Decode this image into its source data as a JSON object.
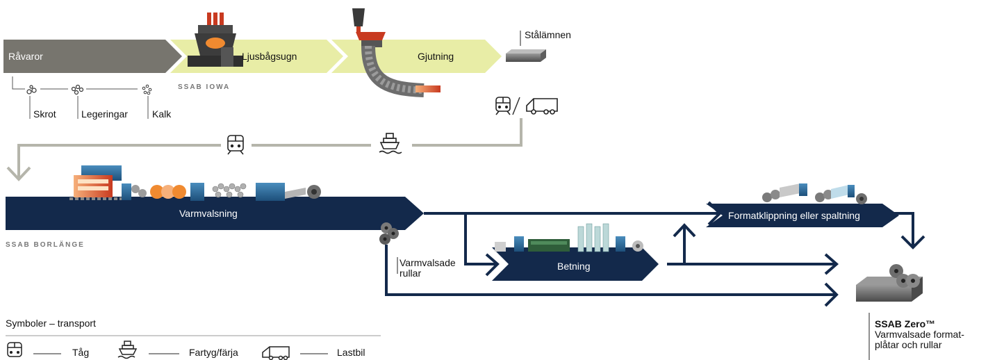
{
  "stages": {
    "raw_materials": "Råvaror",
    "arc_furnace": "Ljusbågsugn",
    "casting": "Gjutning",
    "slabs": "Stålämnen",
    "hot_rolling": "Varmvalsning",
    "pickling": "Betning",
    "cutting": "Formatklippning eller spaltning"
  },
  "materials": {
    "scrap": "Skrot",
    "alloys": "Legeringar",
    "lime": "Kalk"
  },
  "sites": {
    "iowa": "SSAB IOWA",
    "borlange": "SSAB BORLÄNGE"
  },
  "hot_rolled_coils": {
    "line1": "Varmvalsade",
    "line2": "rullar"
  },
  "product": {
    "name": "SSAB Zero™",
    "line1": "Varmvalsade format-",
    "line2": "plåtar och rullar"
  },
  "legend": {
    "title": "Symboler – transport",
    "train": "Tåg",
    "ship": "Fartyg/färja",
    "truck": "Lastbil"
  },
  "colors": {
    "raw_arrow": "#77756e",
    "iowa_arrow": "#e8eda6",
    "borlange_arrow": "#13294b",
    "transport_line": "#b5b5ab",
    "flow_line": "#13294b"
  },
  "icons": [
    "train-icon",
    "ship-icon",
    "truck-icon"
  ]
}
